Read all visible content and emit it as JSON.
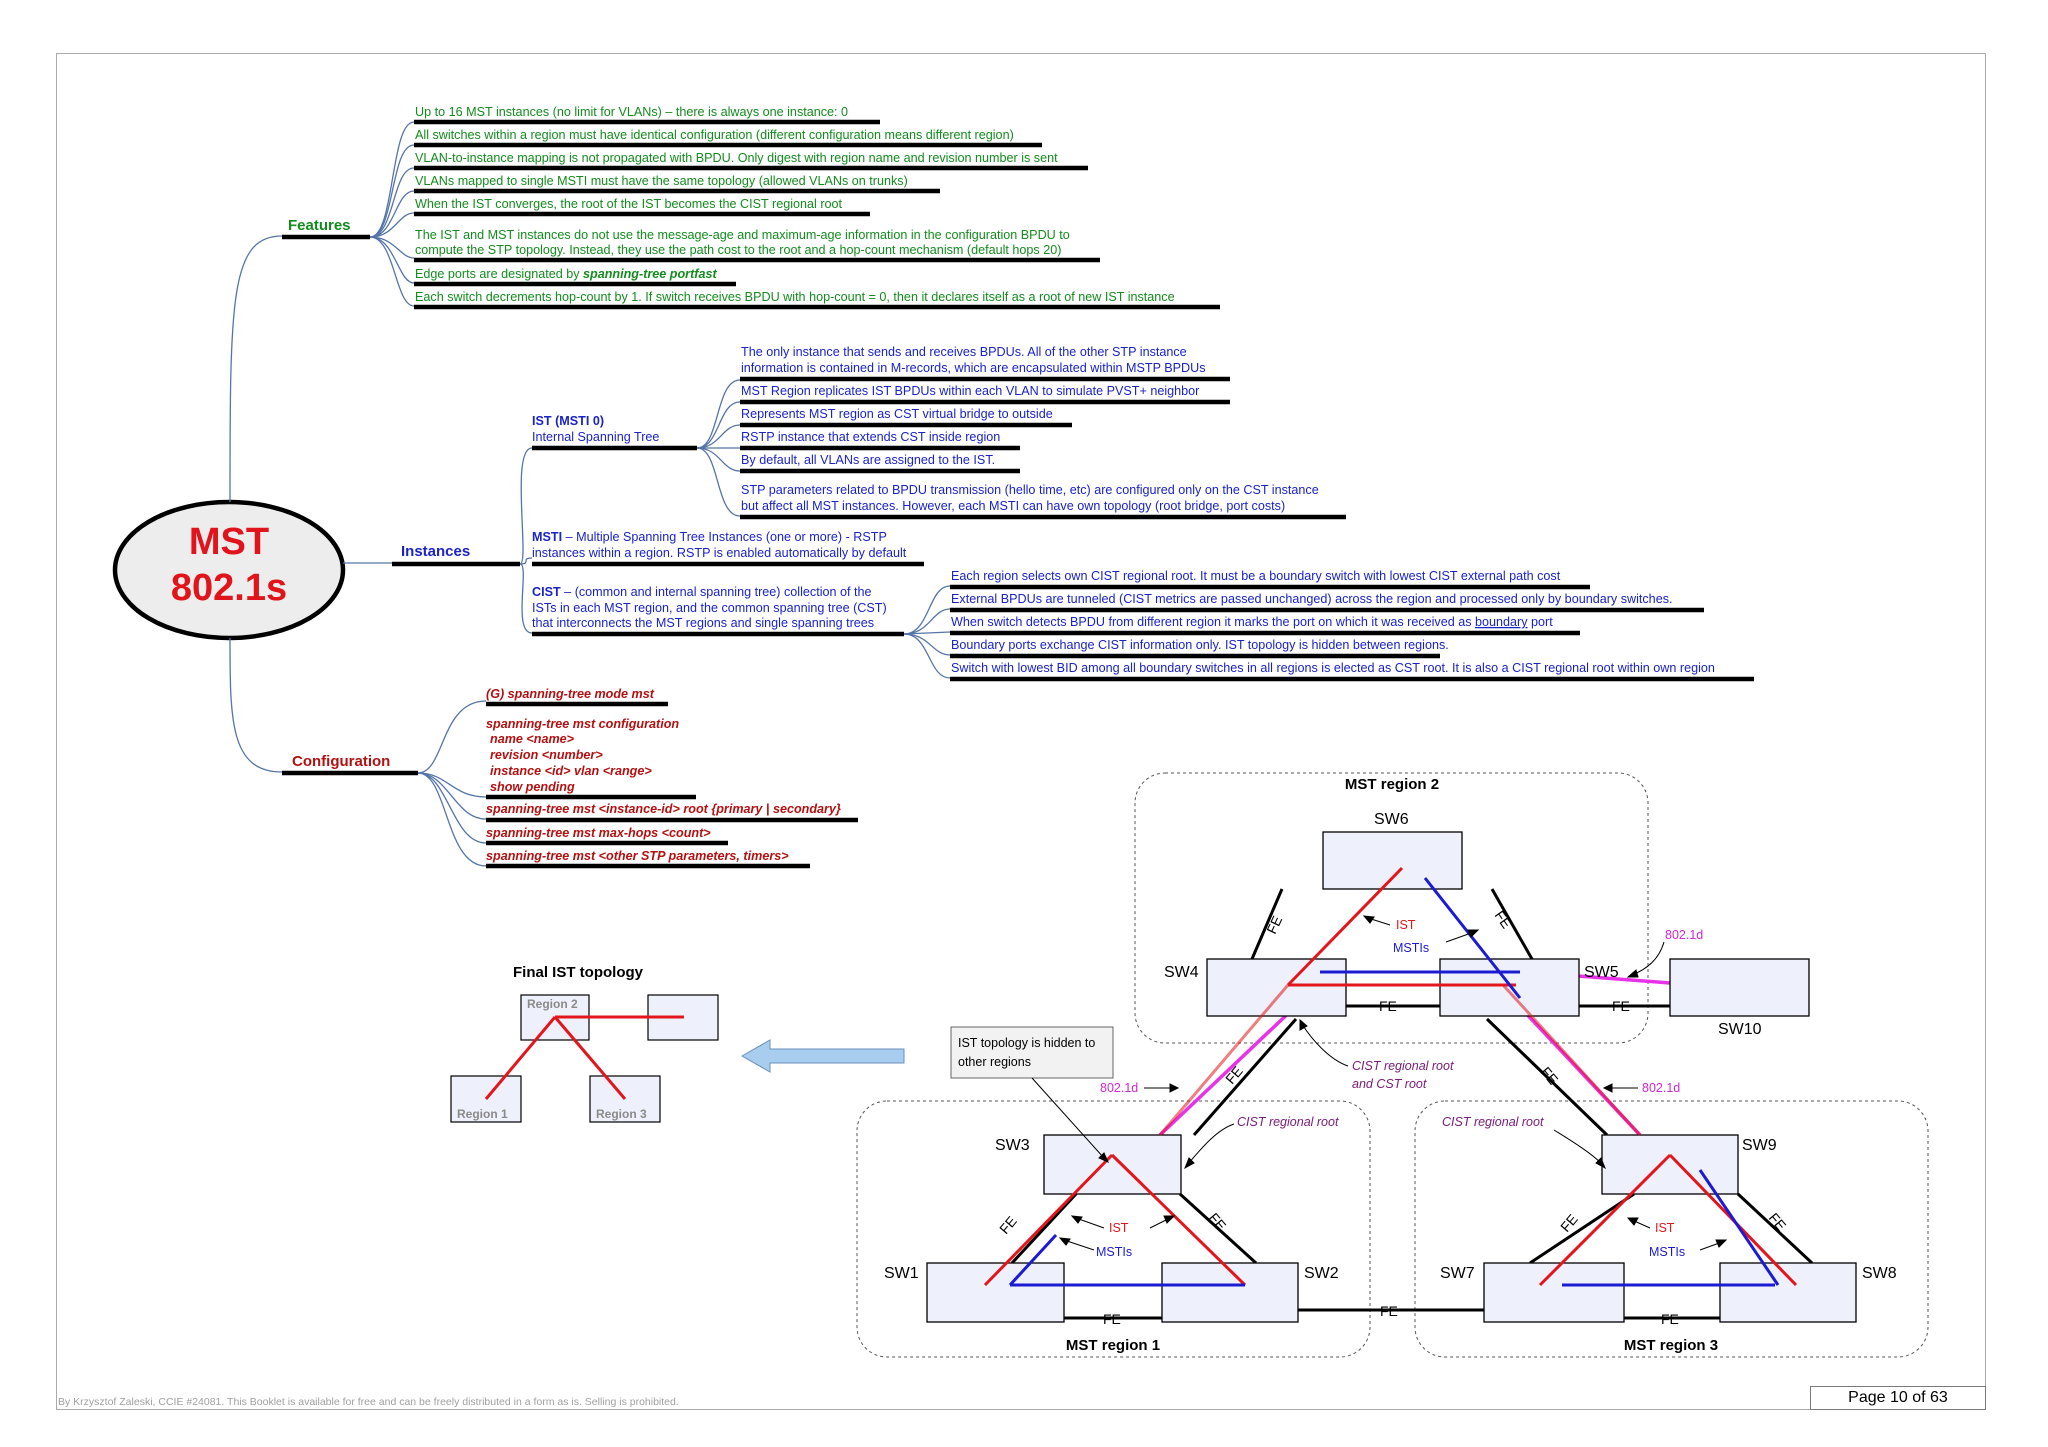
{
  "root": {
    "line1": "MST",
    "line2": "802.1s"
  },
  "branches": {
    "features": "Features",
    "instances": "Instances",
    "configuration": "Configuration"
  },
  "features": [
    "Up to 16 MST instances (no limit for VLANs) – there is always one instance: 0",
    "All switches within a region must have identical configuration (different configuration means different region)",
    "VLAN-to-instance mapping is not propagated with BPDU. Only digest with region name and revision number is sent",
    "VLANs mapped to single MSTI must have the same topology (allowed VLANs on trunks)",
    "When the IST converges, the root of the IST becomes the CIST regional root",
    "The IST and MST instances do not use the message-age and maximum-age information in the configuration BPDU to",
    "compute the STP topology. Instead, they use the path cost to the root and a hop-count mechanism (default hops 20)",
    "Edge ports are designated by ",
    "spanning-tree portfast",
    "Each switch decrements hop-count by 1. If switch receives BPDU with hop-count = 0, then it declares itself as a root of new IST instance"
  ],
  "ist": {
    "title": "IST (MSTI 0)",
    "subtitle": "Internal Spanning Tree",
    "items": [
      "The only instance that sends and receives BPDUs. All of the other STP instance",
      "information is contained in M-records, which are encapsulated within MSTP BPDUs",
      "MST Region replicates IST BPDUs within each VLAN to simulate PVST+ neighbor",
      "Represents MST region as CST virtual bridge to outside",
      "RSTP instance that extends CST inside region",
      "By default, all VLANs are assigned to the IST.",
      "STP parameters related to BPDU transmission (hello time, etc) are configured only on the CST instance",
      "but affect all MST instances. However, each MSTI can have own topology (root bridge, port costs)"
    ]
  },
  "msti": {
    "title": "MSTI",
    "line1": " – Multiple Spanning Tree Instances (one or more) - RSTP",
    "line2": "instances within a region. RSTP is enabled automatically by default"
  },
  "cist": {
    "title": "CIST",
    "line1": " – (common and internal spanning tree) collection of the",
    "line2": "ISTs in each MST region, and the common spanning tree (CST)",
    "line3": "that interconnects the MST regions and single spanning trees",
    "items": [
      "Each region selects own CIST regional root. It must be a boundary switch with lowest CIST external path cost",
      "External BPDUs are tunneled (CIST metrics are passed unchanged) across the region and processed only by boundary switches.",
      "When switch detects BPDU from different region it marks the port on which it was received as ",
      "boundary",
      " port",
      "Boundary ports exchange CIST information only. IST topology is hidden between regions.",
      "Switch with lowest BID among all boundary switches in all regions is elected as CST root. It is also a CIST regional root within own region"
    ]
  },
  "config": [
    "(G) spanning-tree mode mst",
    "spanning-tree mst configuration",
    "name <name>",
    "revision <number>",
    "instance <id> vlan <range>",
    "show pending",
    "spanning-tree mst <instance-id> root {primary | secondary}",
    "spanning-tree mst max-hops <count>",
    "spanning-tree mst <other STP parameters, timers>"
  ],
  "diagram": {
    "regions": [
      "MST region 1",
      "MST region 2",
      "MST region 3"
    ],
    "switches": [
      "SW1",
      "SW2",
      "SW3",
      "SW4",
      "SW5",
      "SW6",
      "SW7",
      "SW8",
      "SW9",
      "SW10"
    ],
    "fe": "FE",
    "ist": "IST",
    "mstis": "MSTIs",
    "dot1d": "802.1d",
    "cist_regional_root": "CIST regional root",
    "cist_regional_and_cst_1": "CIST regional root",
    "cist_regional_and_cst_2": "and CST root",
    "hidden_1": "IST topology is hidden to",
    "hidden_2": "other regions",
    "final_title": "Final IST topology",
    "final_region1": "Region 1",
    "final_region2": "Region 2",
    "final_region3": "Region 3"
  },
  "colors": {
    "green": "#138c1d",
    "blue": "#1a23c8",
    "red": "#b31111",
    "ist_red": "#e2161c",
    "msti_blue": "#1b1bd4",
    "dot1d_magenta": "#e832e8"
  },
  "footer": "By Krzysztof Zaleski, CCIE #24081. This Booklet is available for free and can be freely distributed in a form as is. Selling is prohibited.",
  "page": "Page 10 of 63"
}
